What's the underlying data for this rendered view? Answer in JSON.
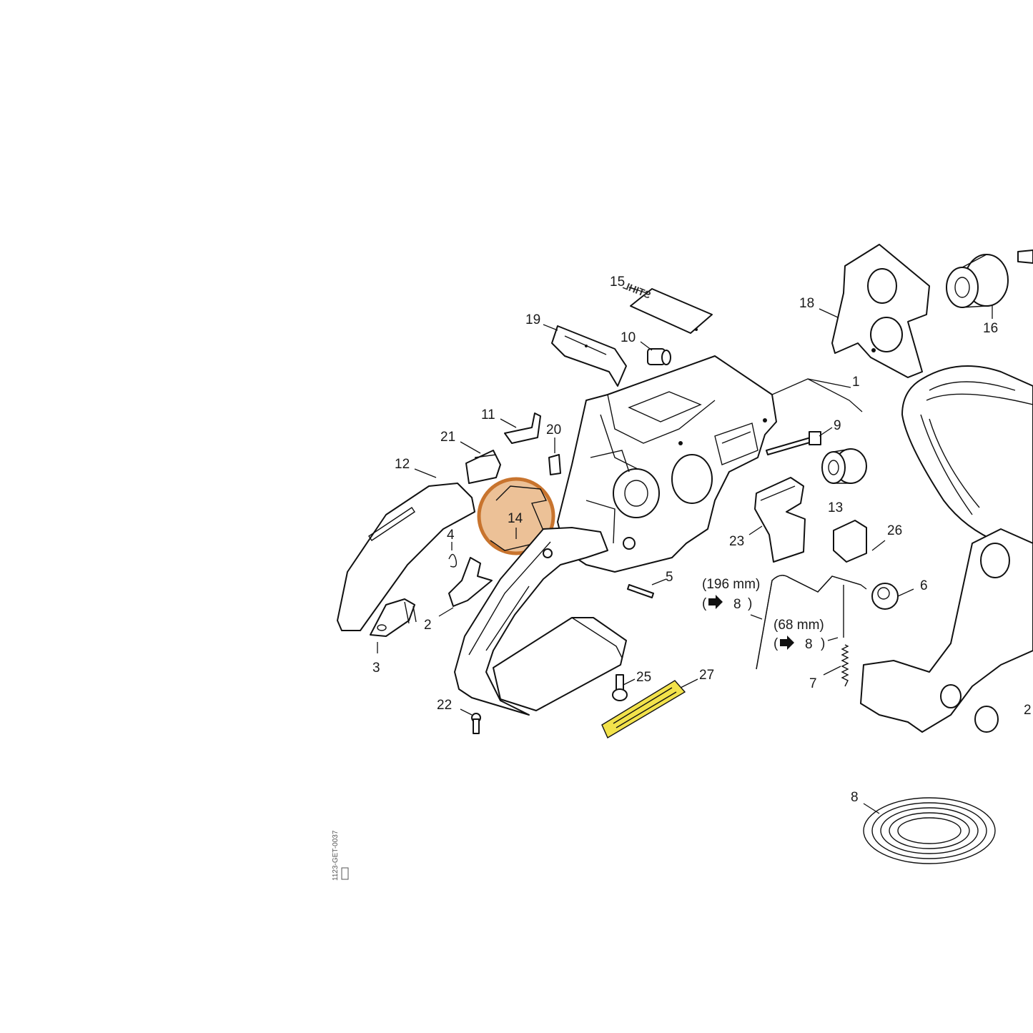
{
  "diagram": {
    "labels": {
      "p1": "1",
      "p2": "2",
      "p3": "3",
      "p4": "4",
      "p5": "5",
      "p6": "6",
      "p7": "7",
      "p8a": "8",
      "p8b": "8",
      "p8c": "8",
      "p9": "9",
      "p10": "10",
      "p11": "11",
      "p12": "12",
      "p13": "13",
      "p14": "14",
      "p15": "15",
      "p16": "16",
      "p18": "18",
      "p19": "19",
      "p20": "20",
      "p21": "21",
      "p22": "22",
      "p23": "23",
      "p25": "25",
      "p26": "26",
      "p27": "27",
      "p2b": "2"
    },
    "notes": {
      "len196": "(196 mm)",
      "len68": "(68 mm)",
      "ref_open": "(",
      "ref_close": ")"
    },
    "highlight": {
      "part": "14",
      "color": "#c8742e",
      "fill": "#e9b889"
    },
    "label27_color": "#f2e24b",
    "logo_text": "STIHL",
    "drawing_code": "1123-GET-0037"
  }
}
